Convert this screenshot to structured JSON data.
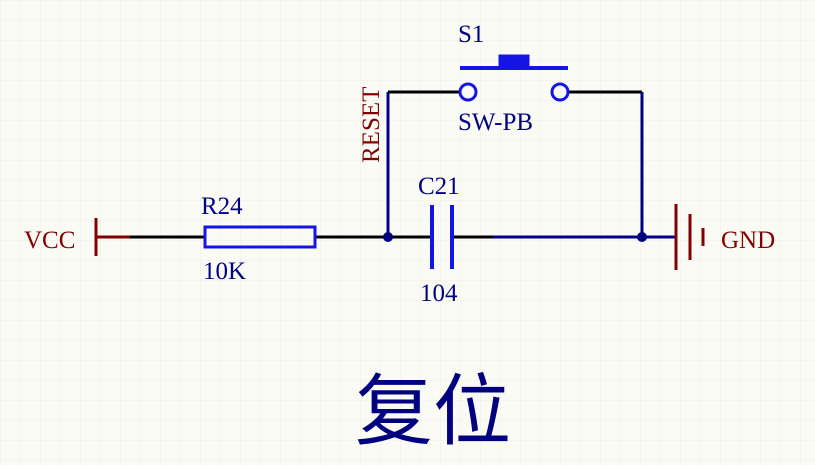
{
  "power": {
    "vcc_label": "VCC",
    "gnd_label": "GND"
  },
  "net": {
    "reset_label": "RESET"
  },
  "resistor": {
    "ref": "R24",
    "value": "10K"
  },
  "capacitor": {
    "ref": "C21",
    "value": "104"
  },
  "switch": {
    "ref": "S1",
    "type": "SW-PB"
  },
  "caption": "复位",
  "colors": {
    "background": "#fbfbf6",
    "grid": "#ecece4",
    "wire": "#00008b",
    "component": "#1414e6",
    "power_symbol": "#800000",
    "net_label": "#800000",
    "text": "#000080",
    "junction": "#000080"
  }
}
